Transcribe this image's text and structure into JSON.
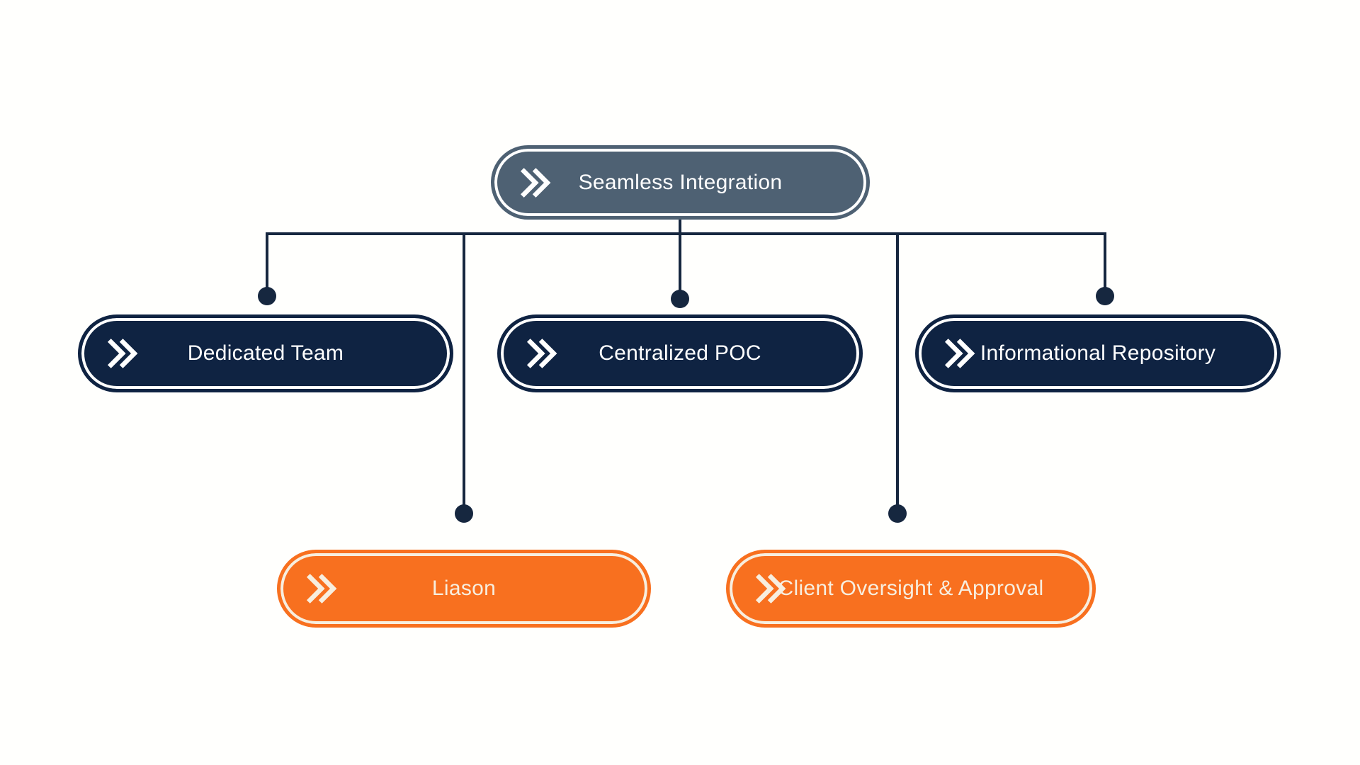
{
  "theme": {
    "line": "#16273f",
    "slate": "#4e6173",
    "navy": "#0f2342",
    "orange": "#f8701f",
    "cream": "#f7eedf",
    "background": "#fffffd",
    "text_on_dark": "#ffffff"
  },
  "diagram": {
    "type": "org-chart",
    "icon": "double-chevron-right-icon",
    "nodes": [
      {
        "id": "seamless-integration",
        "label": "Seamless Integration",
        "level": 1,
        "color_role": "slate"
      },
      {
        "id": "dedicated-team",
        "label": "Dedicated Team",
        "level": 2,
        "color_role": "navy"
      },
      {
        "id": "centralized-poc",
        "label": "Centralized POC",
        "level": 2,
        "color_role": "navy"
      },
      {
        "id": "informational-repository",
        "label": "Informational Repository",
        "level": 2,
        "color_role": "navy"
      },
      {
        "id": "liason",
        "label": "Liason",
        "level": 3,
        "color_role": "orange"
      },
      {
        "id": "client-oversight-approval",
        "label": "Client Oversight & Approval",
        "level": 3,
        "color_role": "orange"
      }
    ],
    "edges": [
      {
        "from": "seamless-integration",
        "to": "dedicated-team"
      },
      {
        "from": "seamless-integration",
        "to": "centralized-poc"
      },
      {
        "from": "seamless-integration",
        "to": "informational-repository"
      },
      {
        "from": "seamless-integration",
        "to": "liason"
      },
      {
        "from": "seamless-integration",
        "to": "client-oversight-approval"
      }
    ]
  }
}
